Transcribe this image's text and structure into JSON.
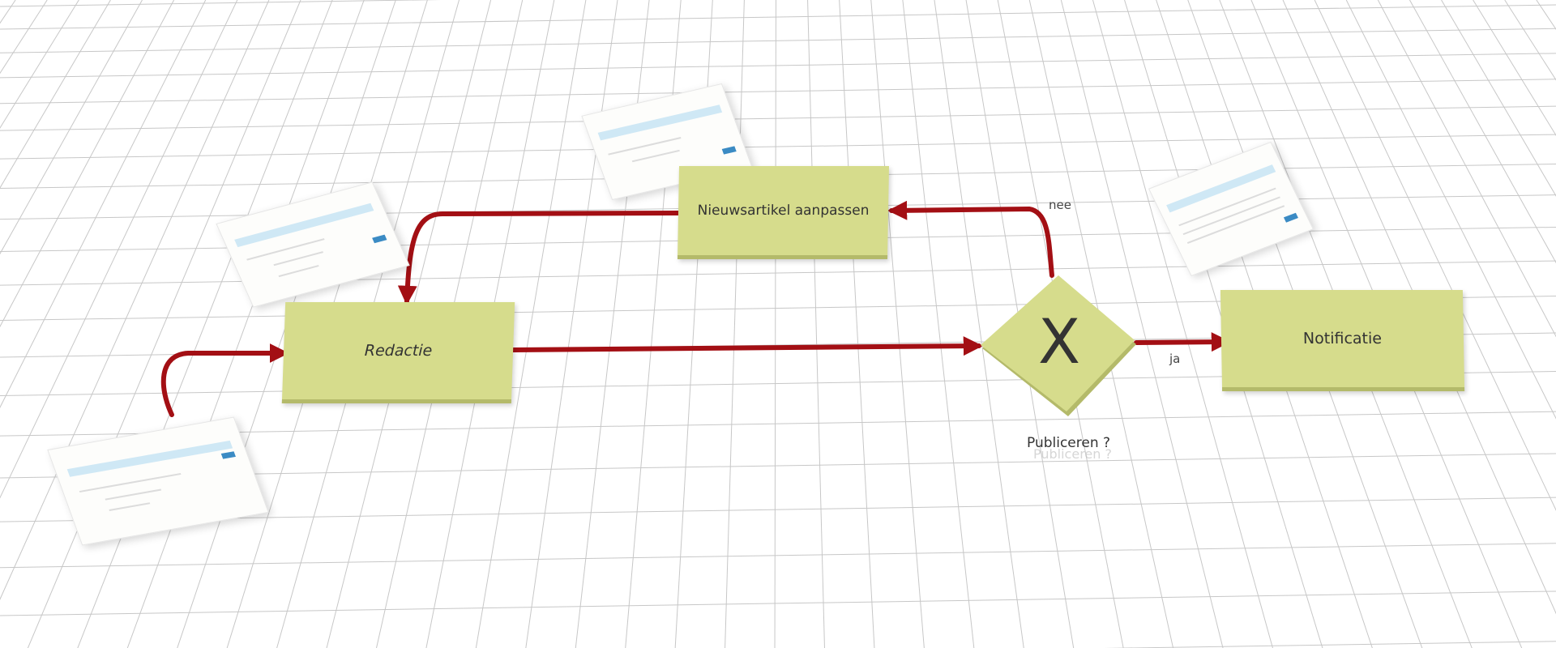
{
  "diagram": {
    "tasks": {
      "redactie": "Redactie",
      "aanpassen": "Nieuwsartikel aanpassen",
      "notificatie": "Notificatie"
    },
    "gateway": {
      "symbol": "X",
      "label": "Publiceren ?"
    },
    "edges": {
      "no_label": "nee",
      "yes_label": "ja"
    },
    "colors": {
      "task_fill": "#d6dc8c",
      "task_edge": "#b4ba6a",
      "flow": "#a30f14",
      "grid": "#9a9a9a"
    }
  }
}
